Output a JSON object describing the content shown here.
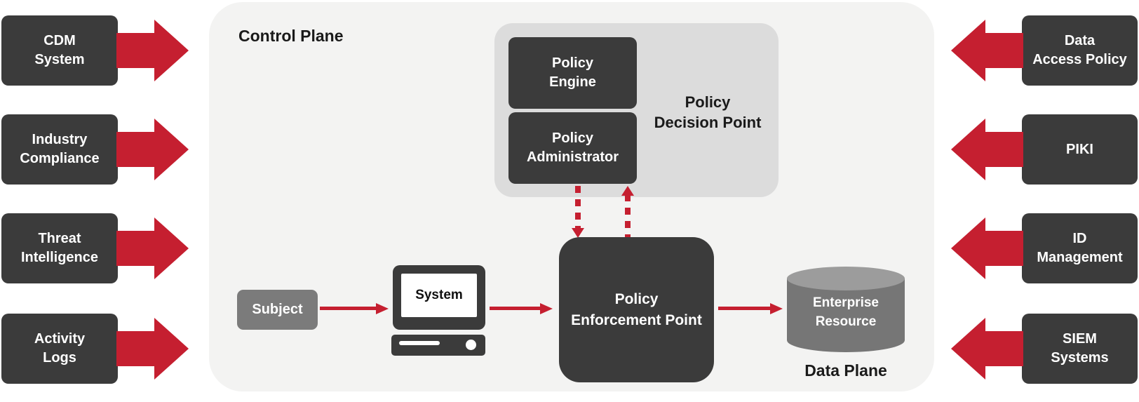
{
  "colors": {
    "red": "#c51f30",
    "dark_box": "#3b3b3b",
    "panel_bg": "#f3f3f2",
    "pdp_bg": "#dcdcdc",
    "subject_gray": "#7b7b7b",
    "cylinder_body": "#767676",
    "cylinder_top": "#9c9c9c"
  },
  "panel": {
    "control_plane_label": "Control Plane",
    "data_plane_label": "Data Plane"
  },
  "left_inputs": [
    {
      "label": "CDM\nSystem"
    },
    {
      "label": "Industry\nCompliance"
    },
    {
      "label": "Threat\nIntelligence"
    },
    {
      "label": "Activity\nLogs"
    }
  ],
  "right_inputs": [
    {
      "label": "Data\nAccess Policy"
    },
    {
      "label": "PIKI"
    },
    {
      "label": "ID\nManagement"
    },
    {
      "label": "SIEM\nSystems"
    }
  ],
  "pdp": {
    "label": "Policy\nDecision Point",
    "engine_label": "Policy\nEngine",
    "administrator_label": "Policy\nAdministrator"
  },
  "flow": {
    "subject_label": "Subject",
    "system_label": "System",
    "pep_label": "Policy\nEnforcement Point",
    "resource_label": "Enterprise\nResource"
  }
}
